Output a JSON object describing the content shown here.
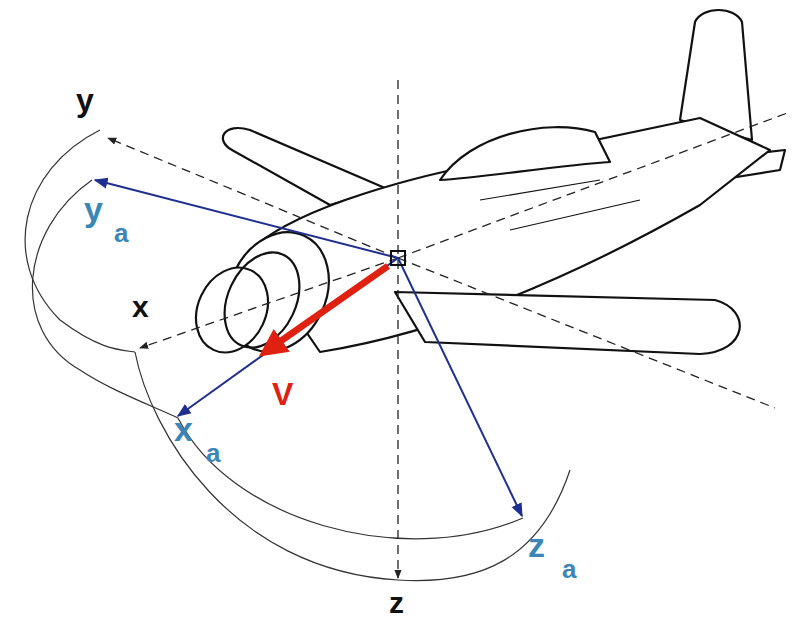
{
  "diagram": {
    "labels": [
      "y",
      "y",
      "a",
      "x",
      "x",
      "a",
      "V",
      "z",
      "z",
      "a"
    ]
  }
}
